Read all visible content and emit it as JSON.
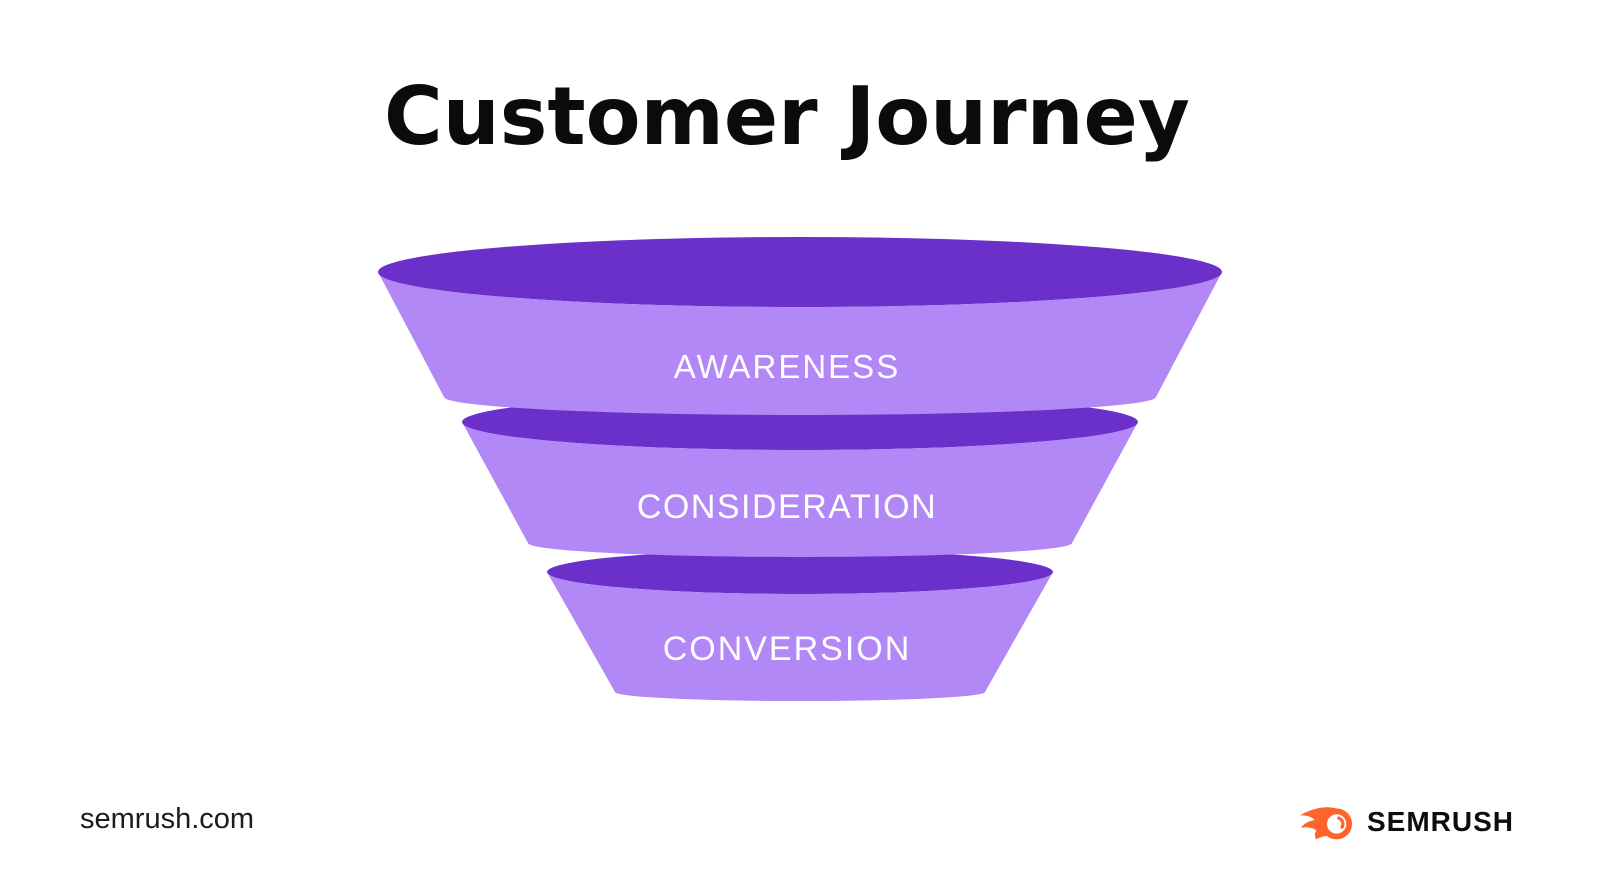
{
  "title": "Customer Journey",
  "funnel": {
    "stages": [
      {
        "label": "AWARENESS"
      },
      {
        "label": "CONSIDERATION"
      },
      {
        "label": "CONVERSION"
      }
    ]
  },
  "footer": {
    "website": "semrush.com",
    "brand": "SEMRUSH"
  },
  "colors": {
    "funnel_top": "#6B30C9",
    "funnel_body": "#B287F6",
    "stage_label": "#FFFFFF",
    "brand_orange": "#FF642D",
    "text_dark": "#1C1C1C",
    "background": "#FFFFFF"
  }
}
